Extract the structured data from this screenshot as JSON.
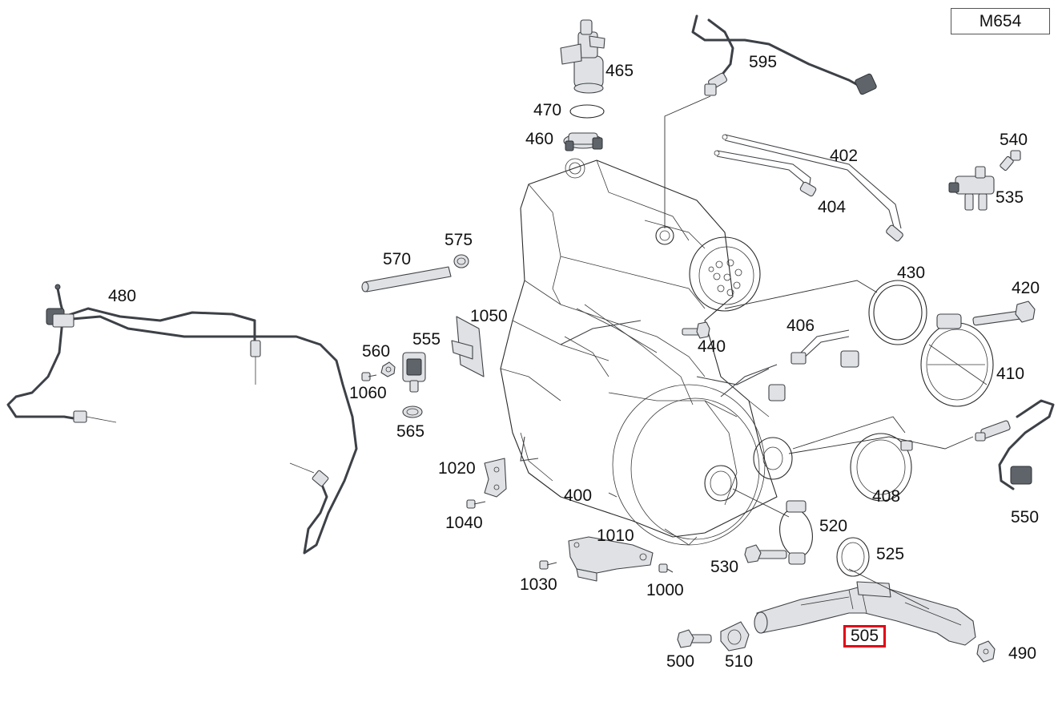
{
  "diagram": {
    "engine_code": "M654",
    "highlighted_part": "505",
    "callouts": [
      "465",
      "470",
      "460",
      "595",
      "402",
      "404",
      "540",
      "535",
      "575",
      "570",
      "480",
      "1050",
      "555",
      "560",
      "1060",
      "565",
      "430",
      "420",
      "406",
      "440",
      "410",
      "1020",
      "1040",
      "400",
      "408",
      "550",
      "520",
      "1010",
      "525",
      "530",
      "1030",
      "1000",
      "505",
      "490",
      "500",
      "510"
    ]
  }
}
